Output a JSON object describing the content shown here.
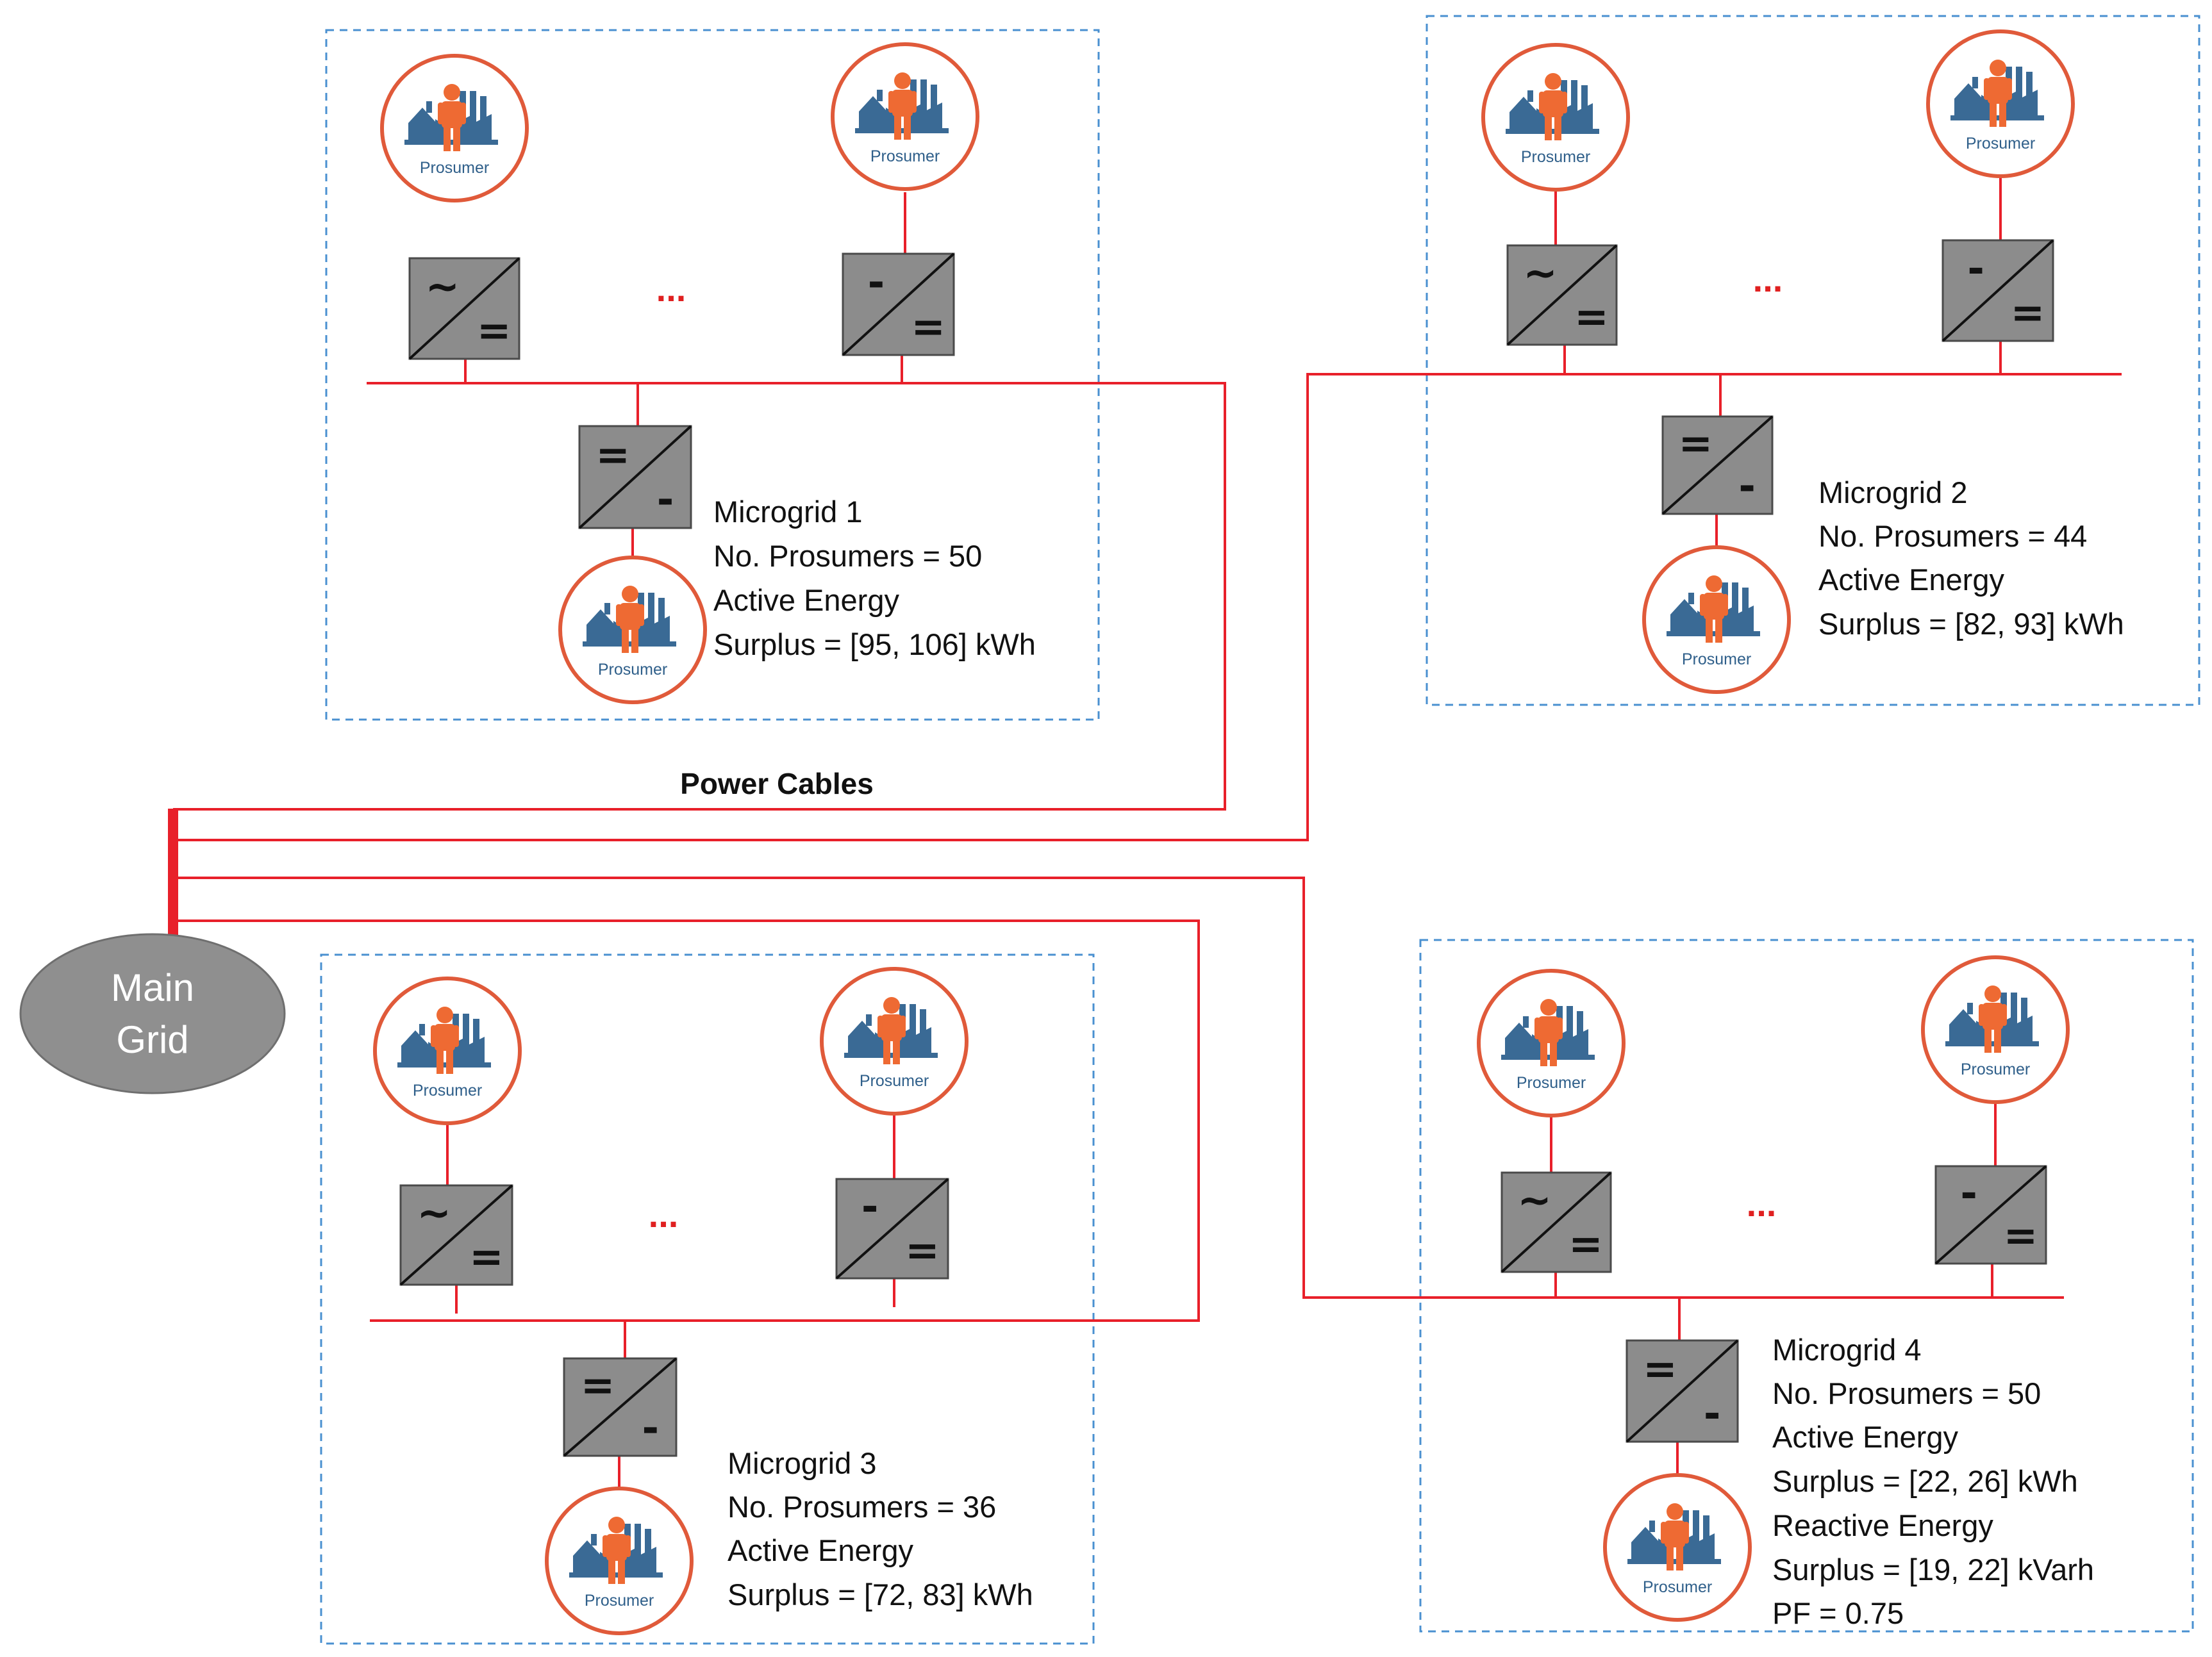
{
  "main_grid": {
    "line1": "Main",
    "line2": "Grid"
  },
  "power_cables_label": "Power Cables",
  "prosumer_label": "Prosumer",
  "ellipsis": "...",
  "symbols": {
    "ac": "~",
    "dc_eq": "=",
    "dc_dash": "-"
  },
  "colors": {
    "cable": "#e8202a",
    "prosumer_ring": "#e05a3a",
    "person": "#ee6a33",
    "factory": "#3a6a95",
    "converter": "#8c8c8c",
    "boundary": "#4a90d0",
    "main_grid": "#8f8f8f"
  },
  "microgrids": [
    {
      "name": "Microgrid 1",
      "prosumers": "No. Prosumers = 50",
      "line3": "Active Energy",
      "line4": "Surplus = [95, 106] kWh",
      "line5": "",
      "line6": "",
      "line7": ""
    },
    {
      "name": "Microgrid 2",
      "prosumers": "No. Prosumers = 44",
      "line3": "Active Energy",
      "line4": "Surplus = [82, 93] kWh",
      "line5": "",
      "line6": "",
      "line7": ""
    },
    {
      "name": "Microgrid 3",
      "prosumers": "No. Prosumers = 36",
      "line3": "Active Energy",
      "line4": "Surplus = [72, 83] kWh",
      "line5": "",
      "line6": "",
      "line7": ""
    },
    {
      "name": "Microgrid 4",
      "prosumers": "No. Prosumers = 50",
      "line3": "Active Energy",
      "line4": "Surplus = [22, 26] kWh",
      "line5": "Reactive Energy",
      "line6": "Surplus = [19, 22] kVarh",
      "line7": "PF = 0.75"
    }
  ]
}
